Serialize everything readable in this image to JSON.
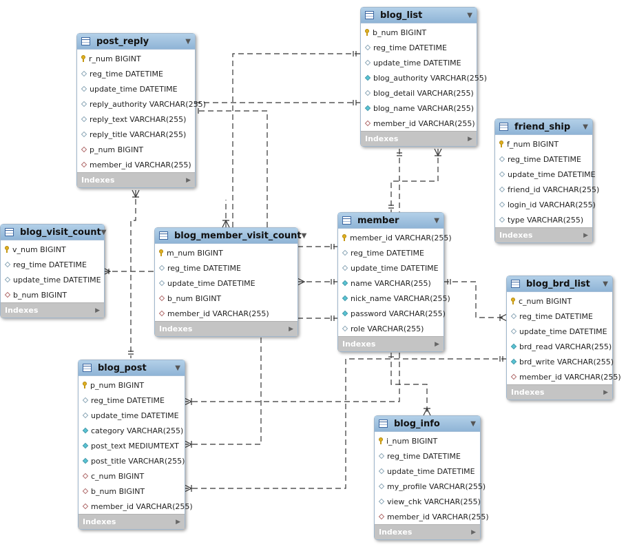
{
  "tables": {
    "post_reply": {
      "name": "post_reply",
      "indexes": "Indexes",
      "cols": [
        {
          "key": "pk",
          "text": "r_num BIGINT"
        },
        {
          "key": "col",
          "text": "reg_time DATETIME"
        },
        {
          "key": "col",
          "text": "update_time DATETIME"
        },
        {
          "key": "col",
          "text": "reply_authority VARCHAR(255)"
        },
        {
          "key": "col",
          "text": "reply_text VARCHAR(255)"
        },
        {
          "key": "col",
          "text": "reply_title VARCHAR(255)"
        },
        {
          "key": "fk",
          "text": "p_num BIGINT"
        },
        {
          "key": "fk",
          "text": "member_id VARCHAR(255)"
        }
      ]
    },
    "blog_list": {
      "name": "blog_list",
      "indexes": "Indexes",
      "cols": [
        {
          "key": "pk",
          "text": "b_num BIGINT"
        },
        {
          "key": "col",
          "text": "reg_time DATETIME"
        },
        {
          "key": "col",
          "text": "update_time DATETIME"
        },
        {
          "key": "nn",
          "text": "blog_authority VARCHAR(255)"
        },
        {
          "key": "col",
          "text": "blog_detail VARCHAR(255)"
        },
        {
          "key": "nn",
          "text": "blog_name VARCHAR(255)"
        },
        {
          "key": "fk",
          "text": "member_id VARCHAR(255)"
        }
      ]
    },
    "friend_ship": {
      "name": "friend_ship",
      "indexes": "Indexes",
      "cols": [
        {
          "key": "pk",
          "text": "f_num BIGINT"
        },
        {
          "key": "col",
          "text": "reg_time DATETIME"
        },
        {
          "key": "col",
          "text": "update_time DATETIME"
        },
        {
          "key": "col",
          "text": "friend_id VARCHAR(255)"
        },
        {
          "key": "col",
          "text": "login_id VARCHAR(255)"
        },
        {
          "key": "col",
          "text": "type VARCHAR(255)"
        }
      ]
    },
    "blog_visit_count": {
      "name": "blog_visit_count",
      "indexes": "Indexes",
      "cols": [
        {
          "key": "pk",
          "text": "v_num BIGINT"
        },
        {
          "key": "col",
          "text": "reg_time DATETIME"
        },
        {
          "key": "col",
          "text": "update_time DATETIME"
        },
        {
          "key": "fk",
          "text": "b_num BIGINT"
        }
      ]
    },
    "blog_member_visit_count": {
      "name": "blog_member_visit_count",
      "indexes": "Indexes",
      "cols": [
        {
          "key": "pk",
          "text": "m_num BIGINT"
        },
        {
          "key": "col",
          "text": "reg_time DATETIME"
        },
        {
          "key": "col",
          "text": "update_time DATETIME"
        },
        {
          "key": "fk",
          "text": "b_num BIGINT"
        },
        {
          "key": "fk",
          "text": "member_id VARCHAR(255)"
        }
      ]
    },
    "member": {
      "name": "member",
      "indexes": "Indexes",
      "cols": [
        {
          "key": "pk",
          "text": "member_id VARCHAR(255)"
        },
        {
          "key": "col",
          "text": "reg_time DATETIME"
        },
        {
          "key": "col",
          "text": "update_time DATETIME"
        },
        {
          "key": "nn",
          "text": "name VARCHAR(255)"
        },
        {
          "key": "nn",
          "text": "nick_name VARCHAR(255)"
        },
        {
          "key": "nn",
          "text": "password VARCHAR(255)"
        },
        {
          "key": "col",
          "text": "role VARCHAR(255)"
        }
      ]
    },
    "blog_brd_list": {
      "name": "blog_brd_list",
      "indexes": "Indexes",
      "cols": [
        {
          "key": "pk",
          "text": "c_num BIGINT"
        },
        {
          "key": "col",
          "text": "reg_time DATETIME"
        },
        {
          "key": "col",
          "text": "update_time DATETIME"
        },
        {
          "key": "nn",
          "text": "brd_read VARCHAR(255)"
        },
        {
          "key": "nn",
          "text": "brd_write VARCHAR(255)"
        },
        {
          "key": "fk",
          "text": "member_id VARCHAR(255)"
        }
      ]
    },
    "blog_post": {
      "name": "blog_post",
      "indexes": "Indexes",
      "cols": [
        {
          "key": "pk",
          "text": "p_num BIGINT"
        },
        {
          "key": "col",
          "text": "reg_time DATETIME"
        },
        {
          "key": "col",
          "text": "update_time DATETIME"
        },
        {
          "key": "nn",
          "text": "category VARCHAR(255)"
        },
        {
          "key": "nn",
          "text": "post_text MEDIUMTEXT"
        },
        {
          "key": "nn",
          "text": "post_title VARCHAR(255)"
        },
        {
          "key": "fk",
          "text": "c_num BIGINT"
        },
        {
          "key": "fk",
          "text": "b_num BIGINT"
        },
        {
          "key": "fk",
          "text": "member_id VARCHAR(255)"
        }
      ]
    },
    "blog_info": {
      "name": "blog_info",
      "indexes": "Indexes",
      "cols": [
        {
          "key": "pk",
          "text": "i_num BIGINT"
        },
        {
          "key": "col",
          "text": "reg_time DATETIME"
        },
        {
          "key": "col",
          "text": "update_time DATETIME"
        },
        {
          "key": "col",
          "text": "my_profile VARCHAR(255)"
        },
        {
          "key": "col",
          "text": "view_chk VARCHAR(255)"
        },
        {
          "key": "fk",
          "text": "member_id VARCHAR(255)"
        }
      ]
    }
  },
  "colors": {
    "header": "#9fc2e0",
    "indexes_bar": "#c4c4c4",
    "connector": "#333333",
    "pk_icon": "#e0b020",
    "nn_icon": "#58c4d4",
    "fk_icon": "#b06a6a"
  },
  "icons": {
    "table": "table-icon",
    "menu": "chevron-down-icon",
    "primary_key": "key-icon",
    "column": "diamond-icon",
    "indexes_expand": "triangle-right-icon"
  }
}
